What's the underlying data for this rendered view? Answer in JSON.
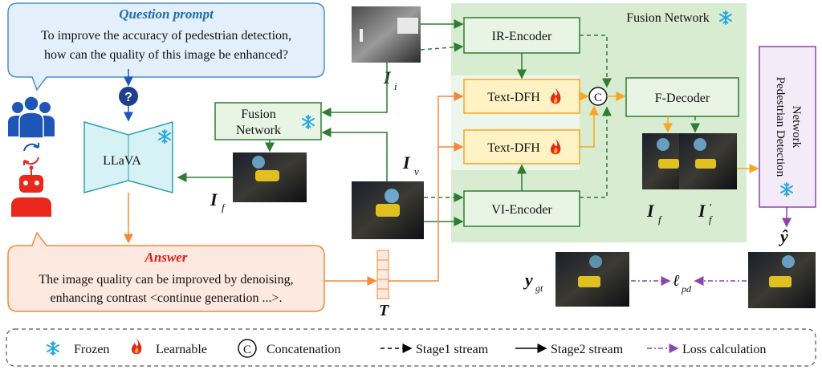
{
  "question": {
    "title": "Question prompt",
    "line1": "To improve the accuracy of pedestrian detection,",
    "line2": "how can the quality of this image be enhanced?"
  },
  "answer": {
    "title": "Answer",
    "line1": "The image quality can be improved by denoising,",
    "line2": "enhancing contrast <continue generation ...>."
  },
  "llava": {
    "label": "LLaVA"
  },
  "fusion_small": {
    "line1": "Fusion",
    "line2": "Network"
  },
  "fusion_network": {
    "title": "Fusion Network"
  },
  "ir_encoder": {
    "label": "IR-Encoder"
  },
  "vi_encoder": {
    "label": "VI-Encoder"
  },
  "text_dfh": {
    "label": "Text-DFH"
  },
  "f_decoder": {
    "label": "F-Decoder"
  },
  "concat_symbol": "C",
  "pedestrian_net": {
    "line1": "Pedestrian Detection",
    "line2": "Network"
  },
  "symbols": {
    "Ii": "I",
    "Ii_sub": "i",
    "Iv": "I",
    "Iv_sub": "v",
    "If_left": "I",
    "If_left_sub": "f",
    "If": "I",
    "If_sub": "f",
    "If_prime": "I",
    "If_prime_sup": "′",
    "If_prime_sub": "f",
    "T": "T",
    "y_hat": "ŷ",
    "y_gt": "y",
    "y_gt_sub": "gt",
    "loss": "ℓ",
    "loss_sub": "pd"
  },
  "legend": {
    "frozen": "Frozen",
    "learnable": "Learnable",
    "concatenation": "Concatenation",
    "stage1": "Stage1 stream",
    "stage2": "Stage2 stream",
    "loss": "Loss calculation"
  },
  "colors": {
    "green": "#2e7d32",
    "orange": "#f08a3c",
    "gold": "#f5a623",
    "purple": "#8e44ad",
    "blue_bg": "#e3f0fb",
    "blue_border": "#4a90c8",
    "peach_bg": "#fde9df",
    "green_panel": "#d8ecd2",
    "green_box": "#e8f5e4",
    "yellow_box": "#fff2c4",
    "icon_blue": "#1e56b8",
    "robot_red": "#e8281b",
    "snow": "#29a9e0"
  },
  "icons": {
    "question": "question-circle-icon",
    "users": "users-icon",
    "cycle": "cycle-arrows-icon",
    "robot": "robot-icon",
    "snowflake": "snowflake-icon",
    "flame": "flame-icon"
  }
}
